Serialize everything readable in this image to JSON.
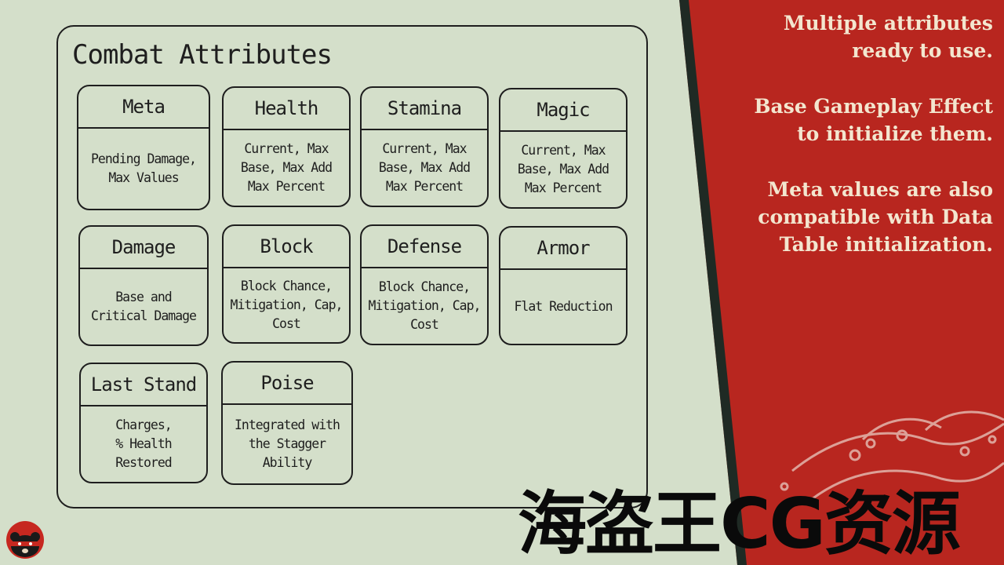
{
  "panel": {
    "title": "Combat Attributes",
    "cards": [
      {
        "title": "Meta",
        "body": "Pending Damage,\nMax Values"
      },
      {
        "title": "Health",
        "body": "Current, Max\nBase, Max Add\nMax Percent"
      },
      {
        "title": "Stamina",
        "body": "Current, Max\nBase, Max Add\nMax Percent"
      },
      {
        "title": "Magic",
        "body": "Current, Max\nBase, Max Add\nMax Percent"
      },
      {
        "title": "Damage",
        "body": "Base and\nCritical Damage"
      },
      {
        "title": "Block",
        "body": "Block Chance,\nMitigation, Cap,\nCost"
      },
      {
        "title": "Defense",
        "body": "Block Chance,\nMitigation, Cap,\nCost"
      },
      {
        "title": "Armor",
        "body": "Flat Reduction"
      },
      {
        "title": "Last Stand",
        "body": "Charges,\n% Health\nRestored"
      },
      {
        "title": "Poise",
        "body": "Integrated with\nthe Stagger\nAbility"
      }
    ]
  },
  "info": {
    "line1": "Multiple attributes\nready to use.",
    "line2": "Base Gameplay Effect\nto initialize them.",
    "line3": "Meta values are also\ncompatible with Data\nTable initialization."
  },
  "watermark": "海盗王CG资源",
  "colors": {
    "background": "#d4dfca",
    "accent_red": "#b8261f",
    "ink": "#1e1e1e",
    "info_text": "#f3e6cf"
  },
  "icons": {
    "logo": "ninja-bear-logo",
    "decoration": "wave-pattern"
  }
}
